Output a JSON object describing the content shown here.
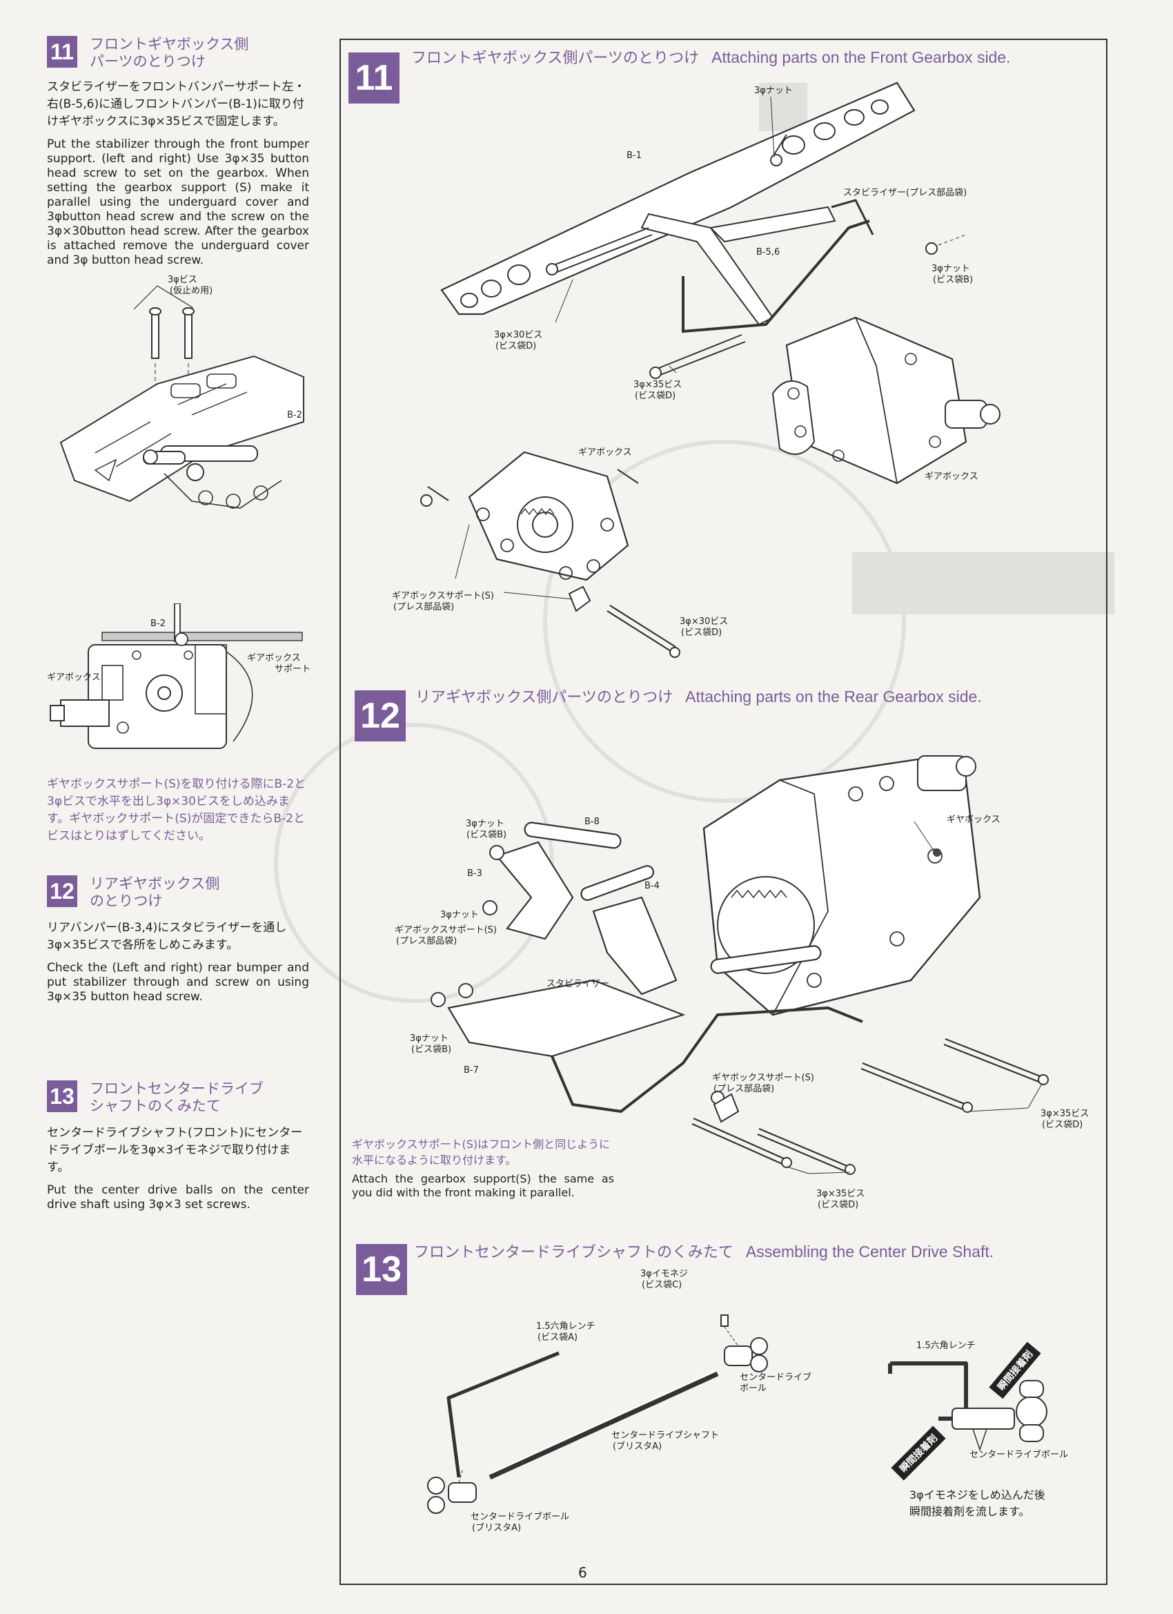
{
  "page_number": "6",
  "left": {
    "s11": {
      "num": "11",
      "title1": "フロントギヤボックス側",
      "title2": "パーツのとりつけ",
      "jp": "スタビライザーをフロントバンパーサポート左・右(B-5,6)に通しフロントバンパー(B-1)に取り付けギヤボックスに3φ×35ビスで固定します。",
      "en": "Put the stabilizer through the front bumper support. (left and right) Use 3φ×35 button head screw to set on the gearbox. When setting the gearbox support (S) make it parallel using the underguard cover and 3φbutton head screw and the screw on the 3φ×30button head screw. After the gearbox is attached remove the underguard cover and 3φ button head screw.",
      "fig1_labels": {
        "screw": "3φビス",
        "screw_note": "(仮止め用)",
        "part": "B-2"
      },
      "fig2_labels": {
        "part": "B-2",
        "gearbox": "ギアボックス",
        "support1": "ギアボックス",
        "support2": "サポート"
      },
      "note_jp": "ギヤボックスサポート(S)を取り付ける際にB-2と3φビスで水平を出し3φ×30ビスをしめ込みます。ギヤボックサポート(S)が固定できたらB-2とビスはとりはずしてください。"
    },
    "s12": {
      "num": "12",
      "title1": "リアギヤボックス側",
      "title2": "のとりつけ",
      "jp": "リアバンパー(B-3,4)にスタビライザーを通し3φ×35ビスで各所をしめこみます。",
      "en": "Check the (Left and right) rear bumper and put stabilizer through and screw on using 3φ×35 button head screw."
    },
    "s13": {
      "num": "13",
      "title1": "フロントセンタードライブ",
      "title2": "シャフトのくみたて",
      "jp": "センタードライブシャフト(フロント)にセンタードライブボールを3φ×3イモネジで取り付けます。",
      "en": "Put the center drive balls on the center drive shaft using 3φ×3 set screws."
    }
  },
  "right": {
    "s11": {
      "num": "11",
      "title_jp": "フロントギヤボックス側パーツのとりつけ",
      "title_en": "Attaching parts on the Front Gearbox side.",
      "labels": {
        "b1": "B-1",
        "nut": "3φナット",
        "stabilizer": "スタビライザー(プレス部品袋)",
        "b56": "B-5,6",
        "nut_b": "3φナット",
        "nut_b_bag": "(ビス袋B)",
        "screw30": "3φ×30ビス",
        "screw30_bag": "(ビス袋D)",
        "screw35": "3φ×35ビス",
        "screw35_bag": "(ビス袋D)",
        "gearbox_r": "ギアボックス",
        "gearbox_l": "ギアボックス",
        "support": "ギアボックスサポート(S)",
        "support_bag": "(プレス部品袋)",
        "screw30b": "3φ×30ビス",
        "screw30b_bag": "(ビス袋D)"
      }
    },
    "s12": {
      "num": "12",
      "title_jp": "リアギヤボックス側パーツのとりつけ",
      "title_en": "Attaching parts on the Rear Gearbox side.",
      "labels": {
        "nut1": "3φナット",
        "nut1_bag": "(ビス袋B)",
        "b8": "B-8",
        "b3": "B-3",
        "b4": "B-4",
        "nut2": "3φナット",
        "support": "ギアボックスサポート(S)",
        "support_bag": "(プレス部品袋)",
        "stabilizer": "スタビライザー",
        "gearbox": "ギヤボックス",
        "nut3": "3φナット",
        "nut3_bag": "(ビス袋B)",
        "b7": "B-7",
        "support2": "ギヤボックスサポート(S)",
        "support2_bag": "(プレス部品袋)",
        "screw35a": "3φ×35ビス",
        "screw35a_bag": "(ビス袋D)",
        "screw35b": "3φ×35ビス",
        "screw35b_bag": "(ビス袋D)"
      },
      "note_jp": "ギヤボックスサポート(S)はフロント側と同じように水平になるように取り付けます。",
      "note_en": "Attach the gearbox support(S) the same as you did with the front making it parallel."
    },
    "s13": {
      "num": "13",
      "title_jp": "フロントセンタードライブシャフトのくみたて",
      "title_en": "Assembling the Center Drive Shaft.",
      "labels": {
        "setscrew": "3φイモネジ",
        "setscrew_bag": "(ビス袋C)",
        "wrench": "1.5六角レンチ",
        "wrench_bag": "(ビス袋A)",
        "ball_r": "センタードライブ",
        "ball_r2": "ボール",
        "shaft": "センタードライブシャフト",
        "shaft_bag": "(ブリスタA)",
        "ball_l": "センタードライブボール",
        "ball_l_bag": "(ブリスタA)",
        "wrench2": "1.5六角レンチ",
        "glue1": "瞬間接着剤",
        "glue2": "瞬間接着剤",
        "ball_c": "センタードライブボール",
        "note1": "3φイモネジをしめ込んだ後",
        "note2": "瞬間接着剤を流します。"
      }
    }
  }
}
